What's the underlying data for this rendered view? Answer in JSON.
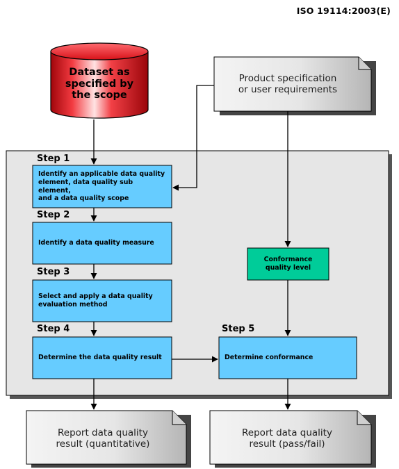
{
  "header": {
    "standard": "ISO 19114:2003(E)"
  },
  "dataset": {
    "label": "Dataset as\nspecified by\nthe scope"
  },
  "product_spec": {
    "label": "Product specification\nor user requirements"
  },
  "steps": [
    {
      "label": "Step 1",
      "text": "Identify an applicable data quality\nelement, data quality sub element,\nand a data quality scope"
    },
    {
      "label": "Step 2",
      "text": "Identify a data quality measure"
    },
    {
      "label": "Step 3",
      "text": "Select and apply a data quality\nevaluation method"
    },
    {
      "label": "Step 4",
      "text": "Determine the data quality result"
    },
    {
      "label": "Step 5",
      "text": "Determine conformance"
    }
  ],
  "conformance_level": {
    "text": "Conformance\nquality level"
  },
  "reports": [
    {
      "label": "Report data quality\nresult (quantitative)"
    },
    {
      "label": "Report data quality\nresult (pass/fail)"
    }
  ],
  "colors": {
    "step_box": "#66ccff",
    "conformance_box": "#00cc99",
    "process_area": "#e6e6e6",
    "dataset_cylinder": "#e8141c"
  }
}
